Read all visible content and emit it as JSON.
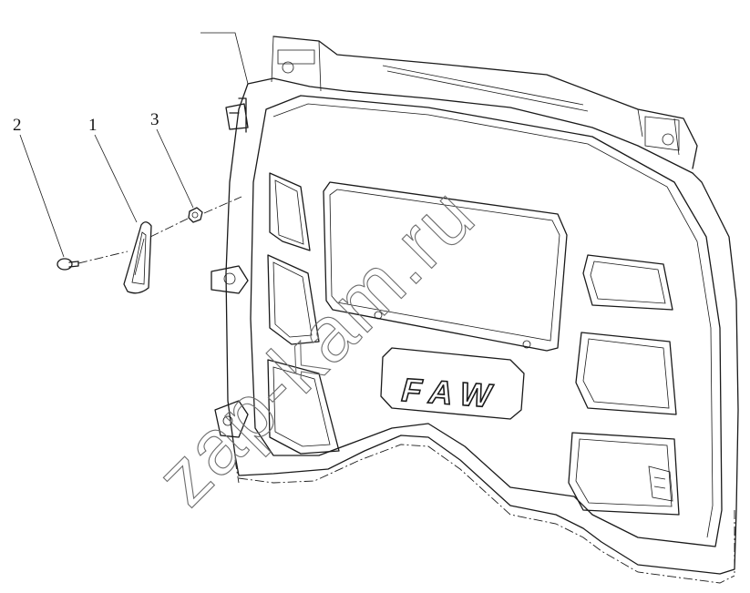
{
  "callouts": [
    {
      "id": "2",
      "text": "2"
    },
    {
      "id": "1",
      "text": "1"
    },
    {
      "id": "3",
      "text": "3"
    }
  ],
  "panel_logo": "FAW",
  "watermark": "zap-kam.ru",
  "colors": {
    "line": "#1a1a1a",
    "watermark": "#6d6d6d",
    "background": "#ffffff"
  }
}
